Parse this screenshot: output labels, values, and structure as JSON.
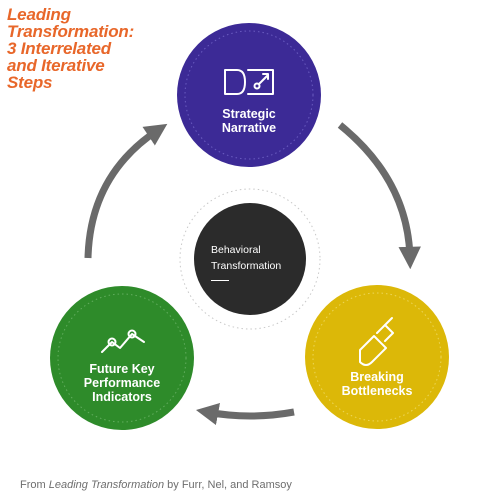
{
  "title": {
    "lines": [
      "Leading",
      "Transformation:",
      "3 Interrelated",
      "and Iterative",
      "Steps"
    ]
  },
  "steps": {
    "strategic": {
      "lines": [
        "Strategic",
        "Narrative"
      ],
      "color": "#3c2a96",
      "icon": "strategy-icon"
    },
    "bottlenecks": {
      "lines": [
        "Breaking",
        "Bottlenecks"
      ],
      "color": "#dcb808",
      "icon": "bottle-icon"
    },
    "kpi": {
      "lines": [
        "Future Key",
        "Performance",
        "Indicators"
      ],
      "color": "#2e8b2a",
      "icon": "line-graph-icon"
    }
  },
  "center": {
    "lines": [
      "Behavioral",
      "Transformation"
    ],
    "color": "#2b2b2b"
  },
  "arrow_color": "#6a6a6a",
  "caption": {
    "prefix": "From ",
    "book": "Leading Transformation",
    "suffix": " by Furr, Nel, and Ramsoy"
  }
}
